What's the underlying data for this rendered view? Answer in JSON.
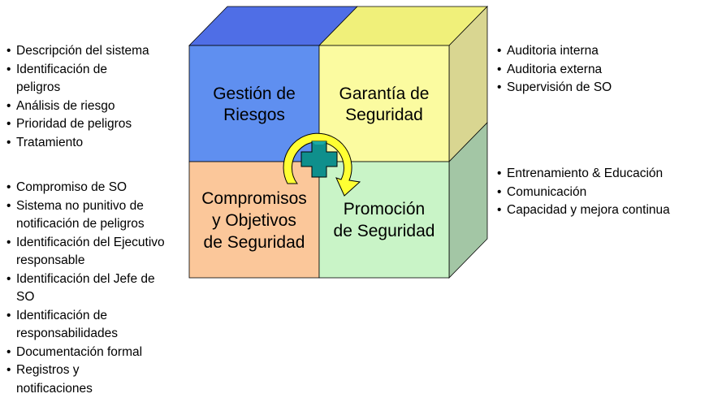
{
  "colors": {
    "blue": "#5f8ff0",
    "yellow": "#fbfba0",
    "orange": "#fbc79a",
    "green": "#c9f4c7",
    "side_top": "#d9d691",
    "side_bottom": "#a3c6a5",
    "top_left": "#4f6ee6",
    "top_right": "#f0f07a",
    "ring_fill": "#ffff33",
    "cross_fill": "#0f8f8c"
  },
  "quadrants": {
    "top_left": {
      "line1": "Gestión de",
      "line2": "Riesgos"
    },
    "top_right": {
      "line1": "Garantía de",
      "line2": "Seguridad"
    },
    "bottom_left": {
      "line1": "Compromisos",
      "line2": "y Objetivos",
      "line3": "de Seguridad"
    },
    "bottom_right": {
      "line1": "Promoción",
      "line2": "de Seguridad"
    }
  },
  "center_icon": "medical-cross-icon",
  "cycle_icon": "circular-arrow-icon",
  "lists": {
    "risk_management": [
      "Descripción del sistema",
      "Identificación de peligros",
      "Análisis de riesgo",
      "Prioridad de peligros",
      "Tratamiento"
    ],
    "commitments": [
      "Compromiso de SO",
      "Sistema no punitivo de notificación de peligros",
      "Identificación del Ejecutivo responsable",
      "Identificación del Jefe de SO",
      "Identificación de responsabilidades",
      "Documentación formal",
      "Registros y notificaciones"
    ],
    "assurance": [
      "Auditoria interna",
      "Auditoria externa",
      "Supervisión de SO"
    ],
    "promotion": [
      "Entrenamiento & Educación",
      "Comunicación",
      "Capacidad  y mejora continua"
    ]
  }
}
